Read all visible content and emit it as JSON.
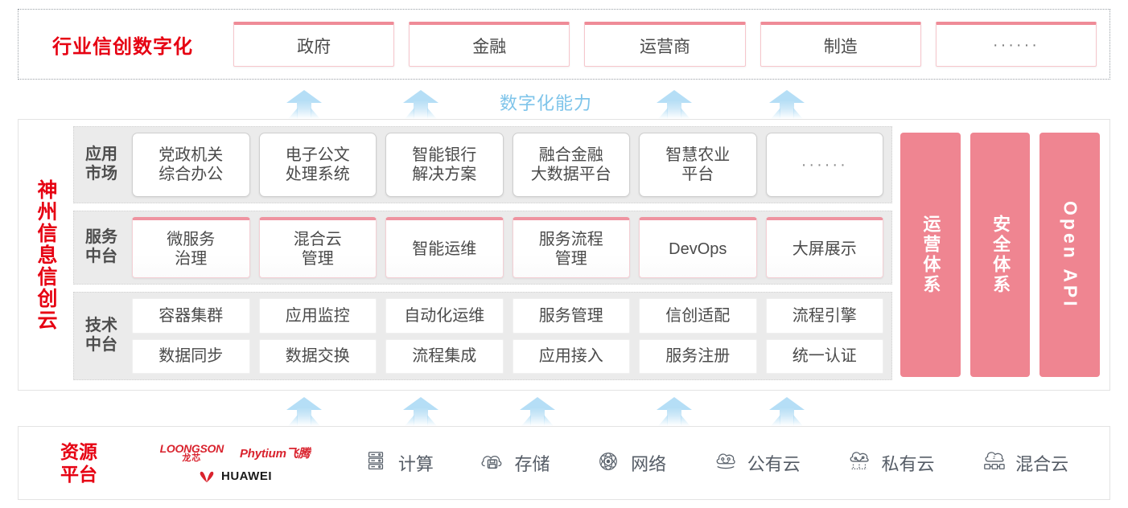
{
  "industry": {
    "title": "行业信创数字化",
    "boxes": [
      {
        "label": "政府"
      },
      {
        "label": "金融"
      },
      {
        "label": "运营商"
      },
      {
        "label": "制造"
      },
      {
        "label": "······"
      }
    ]
  },
  "capability": {
    "label": "数字化能力"
  },
  "cloud": {
    "title": "神州信息信创云",
    "layers": [
      {
        "label": "应用\n市场",
        "cells": [
          "党政机关\n综合办公",
          "电子公文\n处理系统",
          "智能银行\n解决方案",
          "融合金融\n大数据平台",
          "智慧农业\n平台",
          "······"
        ]
      },
      {
        "label": "服务\n中台",
        "cells": [
          "微服务\n治理",
          "混合云\n管理",
          "智能运维",
          "服务流程\n管理",
          "DevOps",
          "大屏展示"
        ]
      },
      {
        "label": "技术\n中台",
        "rows": [
          [
            "容器集群",
            "应用监控",
            "自动化运维",
            "服务管理",
            "信创适配",
            "流程引擎"
          ],
          [
            "数据同步",
            "数据交换",
            "流程集成",
            "应用接入",
            "服务注册",
            "统一认证"
          ]
        ]
      }
    ],
    "pillars": [
      {
        "label": "运营体系"
      },
      {
        "label": "安全体系"
      },
      {
        "label": "Open API"
      }
    ]
  },
  "resource": {
    "title": "资源\n平台",
    "vendors": [
      {
        "name": "LOONGSON",
        "name_cn": "龙芯"
      },
      {
        "name": "Phytium飞腾"
      },
      {
        "name": "HUAWEI"
      }
    ],
    "items": [
      {
        "icon": "server-icon",
        "label": "计算"
      },
      {
        "icon": "cloud-storage-icon",
        "label": "存储"
      },
      {
        "icon": "network-icon",
        "label": "网络"
      },
      {
        "icon": "public-cloud-icon",
        "label": "公有云"
      },
      {
        "icon": "private-cloud-icon",
        "label": "私有云"
      },
      {
        "icon": "hybrid-cloud-icon",
        "label": "混合云"
      }
    ]
  },
  "colors": {
    "brand_red": "#e60012",
    "pillar_pink": "#ef8591",
    "arrow_blue": "#b5def6",
    "capability_blue": "#7ec4ea",
    "layer_gray": "#ebebeb"
  },
  "arrows": {
    "upper_x": [
      378,
      523,
      838,
      978
    ],
    "lower_x": [
      378,
      523,
      668,
      838,
      978
    ]
  }
}
